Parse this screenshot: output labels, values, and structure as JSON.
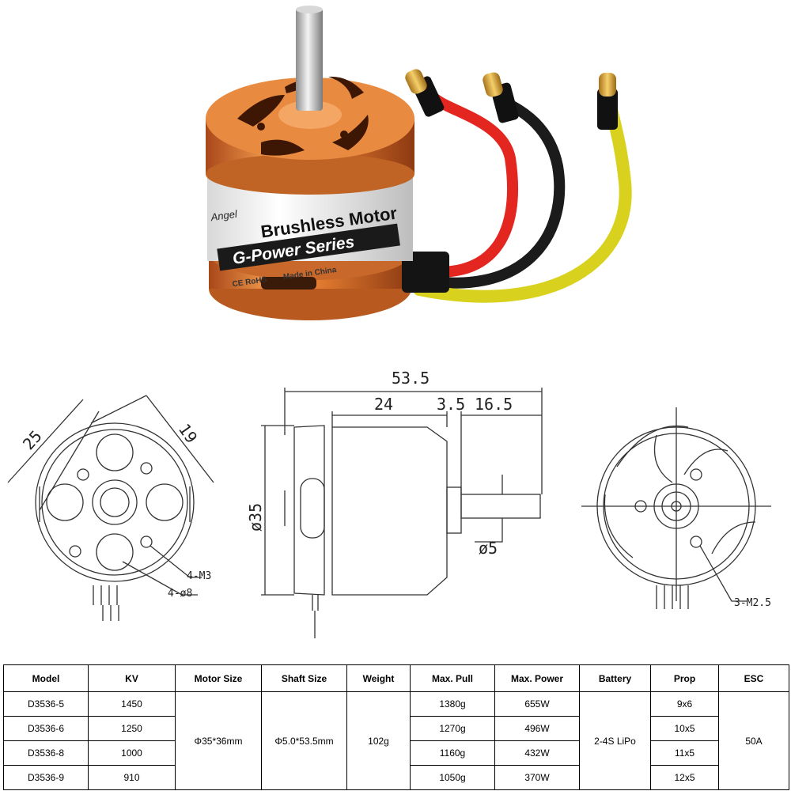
{
  "product": {
    "brand": "Angel",
    "label_title": "Brushless Motor",
    "label_series": "G-Power Series",
    "label_marks": "CE RoHS",
    "label_origin": "Made in China"
  },
  "drawing": {
    "dim_overall": "53.5",
    "dim_body": "24",
    "dim_gap": "3.5",
    "dim_shaft": "16.5",
    "dim_dia_body": "ø35",
    "dim_dia_shaft": "ø5",
    "dim_25": "25",
    "dim_19": "19",
    "dim_holes_m3": "4-M3",
    "dim_holes_8": "4-ø8",
    "dim_holes_m25": "3-M2.5"
  },
  "spec_table": {
    "headers": [
      "Model",
      "KV",
      "Motor Size",
      "Shaft Size",
      "Weight",
      "Max. Pull",
      "Max. Power",
      "Battery",
      "Prop",
      "ESC"
    ],
    "rows": [
      [
        "D3536-5",
        "1450",
        "1380g",
        "655W",
        "9x6"
      ],
      [
        "D3536-6",
        "1250",
        "1270g",
        "496W",
        "10x5"
      ],
      [
        "D3536-8",
        "1000",
        "1160g",
        "432W",
        "11x5"
      ],
      [
        "D3536-9",
        "910",
        "1050g",
        "370W",
        "12x5"
      ]
    ],
    "shared": {
      "motor_size": "Φ35*36mm",
      "shaft_size": "Φ5.0*53.5mm",
      "weight": "102g",
      "battery": "2-4S LiPo",
      "esc": "50A"
    }
  },
  "colors": {
    "anodized": "#d9762a",
    "wire_red": "#e3261f",
    "wire_black": "#1b1b1b",
    "wire_yellow": "#d8d21e",
    "connector_gold": "#d9a53a"
  }
}
